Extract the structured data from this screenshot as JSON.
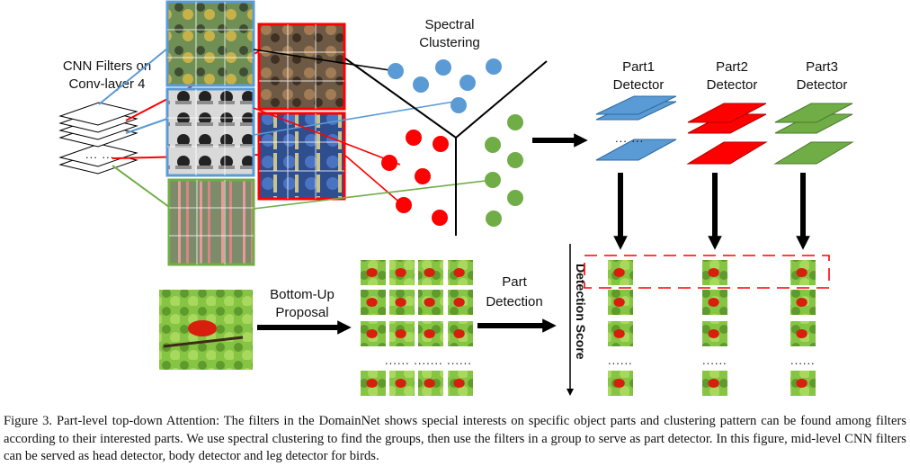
{
  "labels": {
    "cnn_filters_line1": "CNN Filters on",
    "cnn_filters_line2": "Conv-layer 4",
    "spectral_line1": "Spectral",
    "spectral_line2": "Clustering",
    "part1_line1": "Part1",
    "part1_line2": "Detector",
    "part2_line1": "Part2",
    "part2_line2": "Detector",
    "part3_line1": "Part3",
    "part3_line2": "Detector",
    "bottom_up_line1": "Bottom-Up",
    "bottom_up_line2": "Proposal",
    "part_detection_line1": "Part",
    "part_detection_line2": "Detection",
    "detection_score": "Detection Score",
    "ellipsis_stack": "... ...",
    "ellipsis_proposals": "...... ....... ......",
    "ellipsis_column": "......"
  },
  "caption": "Figure 3. Part-level top-down Attention: The filters in the DomainNet shows special interests on specific object parts and clustering pattern can be found among filters according to their interested parts. We use spectral clustering to find the groups, then use the filters in a group to serve as part detector. In this figure, mid-level CNN filters can be served as head detector, body detector and leg detector for birds.",
  "colors": {
    "blue": "#5b9bd5",
    "red": "#ff0000",
    "green": "#70ad47",
    "foliage": "#7fb83a",
    "bird": "#d81e0c"
  },
  "icons": [
    "filter-stack-icon",
    "arrow-icon",
    "image-tile-icon",
    "cluster-dot-icon"
  ]
}
